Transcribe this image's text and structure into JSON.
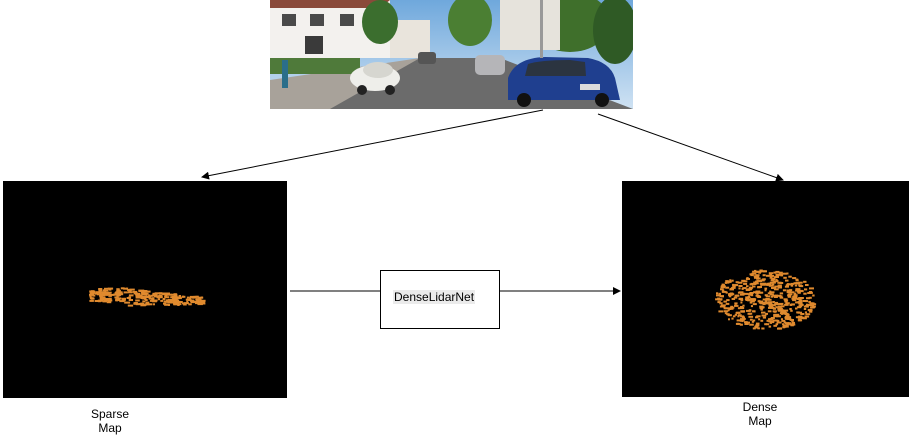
{
  "center_block": {
    "label": "DenseLidarNet"
  },
  "left_output": {
    "caption_line1": "Sparse",
    "caption_line2": "Map"
  },
  "right_output": {
    "caption_line1": "Dense",
    "caption_line2": "Map"
  },
  "colors": {
    "point_cloud": "#e08a2e",
    "panel_background": "#000000",
    "arrow": "#000000"
  }
}
